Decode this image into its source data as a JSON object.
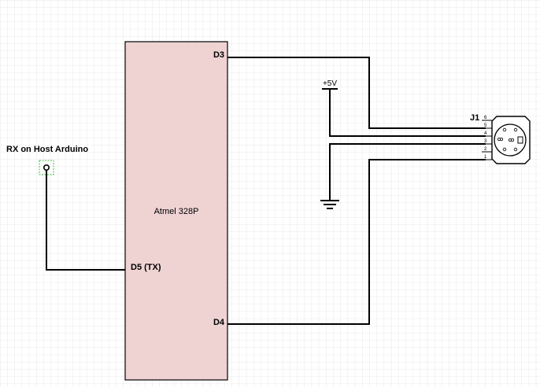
{
  "schematic": {
    "chip": {
      "name": "Atmel 328P",
      "fill_color": "#efd3d3",
      "pins": {
        "d3": "D3",
        "d4": "D4",
        "d5": "D5 (TX)"
      }
    },
    "host_probe": {
      "label": "RX on Host Arduino"
    },
    "power": {
      "label": "+5V"
    },
    "connector": {
      "ref": "J1",
      "pin_numbers": [
        "6",
        "5",
        "4",
        "3",
        "2",
        "1"
      ]
    },
    "colors": {
      "wire": "#000000",
      "grid": "#dcdcdc",
      "probe_box": "#3fbf3f"
    }
  }
}
